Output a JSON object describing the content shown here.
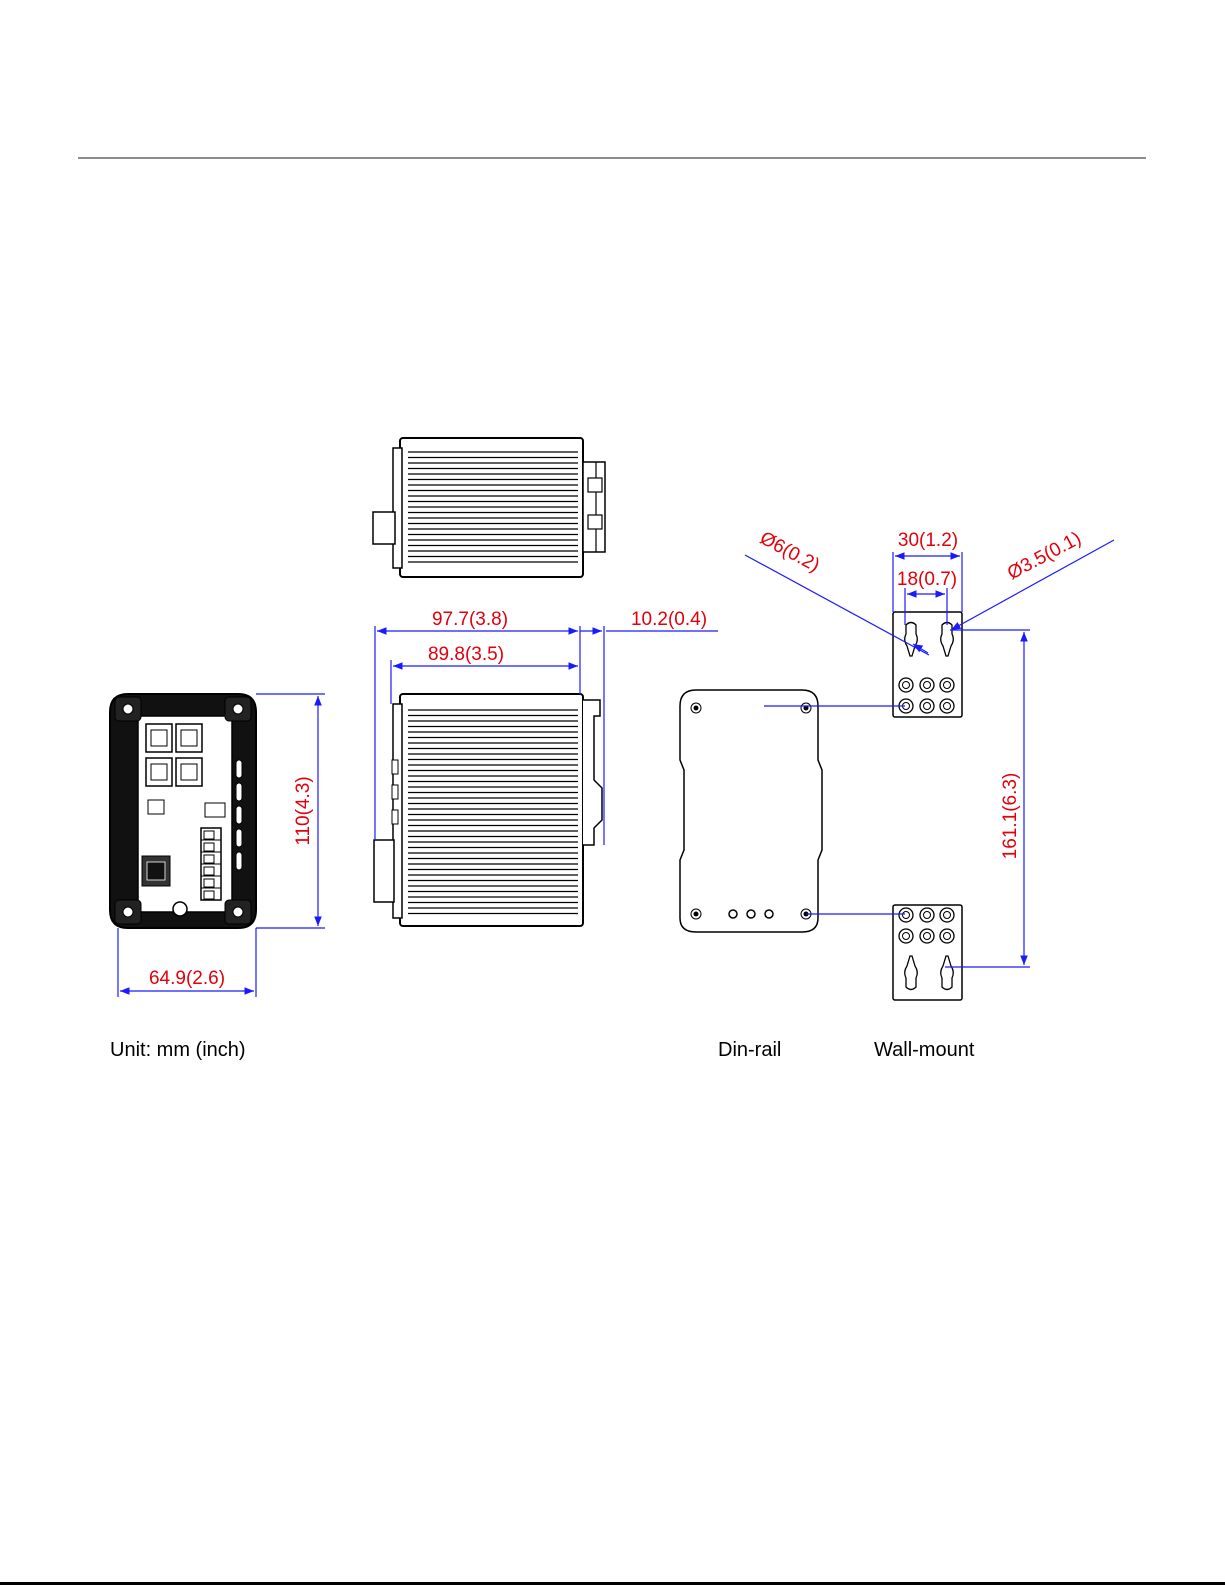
{
  "dimensions": {
    "front_width": "64.9(2.6)",
    "front_height": "110(4.3)",
    "side_depth_total": "97.7(3.8)",
    "side_depth_body": "89.8(3.5)",
    "clip_depth": "10.2(0.4)",
    "hole_large": "Ø6(0.2)",
    "hole_small": "Ø3.5(0.1)",
    "bracket_width": "30(1.2)",
    "slot_spacing": "18(0.7)",
    "mount_height": "161.1(6.3)"
  },
  "captions": {
    "unit": "Unit: mm (inch)",
    "din_rail": "Din-rail",
    "wall_mount": "Wall-mount"
  },
  "colors": {
    "dimension_text": "#e3000b",
    "dimension_line": "#1a1aff",
    "outline": "#000000"
  }
}
